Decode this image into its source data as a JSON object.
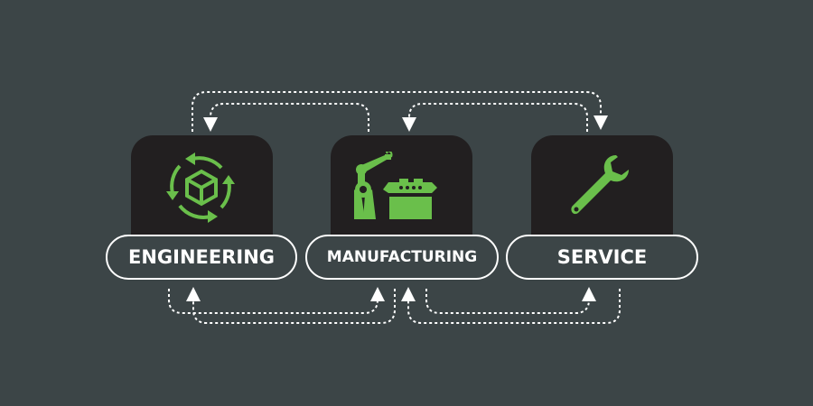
{
  "stages": [
    {
      "label": "ENGINEERING",
      "icon": "cube-cycle-icon"
    },
    {
      "label": "MANUFACTURING",
      "icon": "robot-arm-conveyor-icon"
    },
    {
      "label": "SERVICE",
      "icon": "wrench-icon"
    }
  ],
  "colors": {
    "background": "#3c4547",
    "tile": "#221f20",
    "accent": "#6abf4b",
    "line": "#ffffff"
  }
}
